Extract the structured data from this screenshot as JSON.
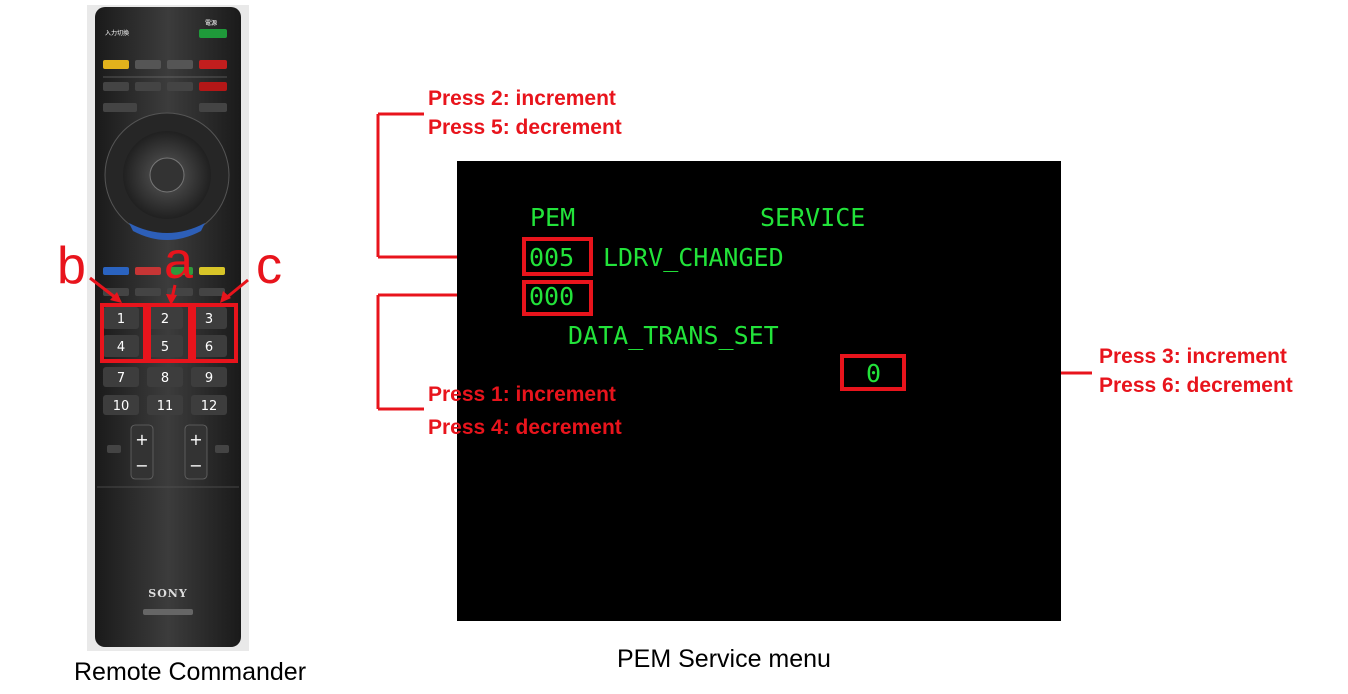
{
  "remote": {
    "brand": "SONY",
    "caption": "Remote Commander",
    "top_labels": [
      "入力切換",
      "電源"
    ],
    "keypad_rows": [
      [
        "1",
        "2",
        "3"
      ],
      [
        "4",
        "5",
        "6"
      ],
      [
        "7",
        "8",
        "9"
      ],
      [
        "10",
        "11",
        "12"
      ]
    ],
    "callout_letters": {
      "b": "b",
      "a": "a",
      "c": "c"
    },
    "colors": {
      "body": "#2b2b2b",
      "button": "#3a3a3a",
      "label": "#ffffff"
    }
  },
  "screen": {
    "caption": "PEM Service menu",
    "header_pem": "PEM",
    "header_service": "SERVICE",
    "pem_value": "005",
    "service_name": "LDRV_CHANGED",
    "service_value": "000",
    "data_label": "DATA_TRANS_SET",
    "data_value": "0",
    "colors": {
      "background": "#000000",
      "text": "#22e33a"
    }
  },
  "annotations": {
    "top": [
      "Press 2: increment",
      "Press 5: decrement"
    ],
    "middle": [
      "Press 1: increment",
      "Press 4: decrement"
    ],
    "right": [
      "Press 3: increment",
      "Press 6: decrement"
    ],
    "color": "#e8141c"
  }
}
